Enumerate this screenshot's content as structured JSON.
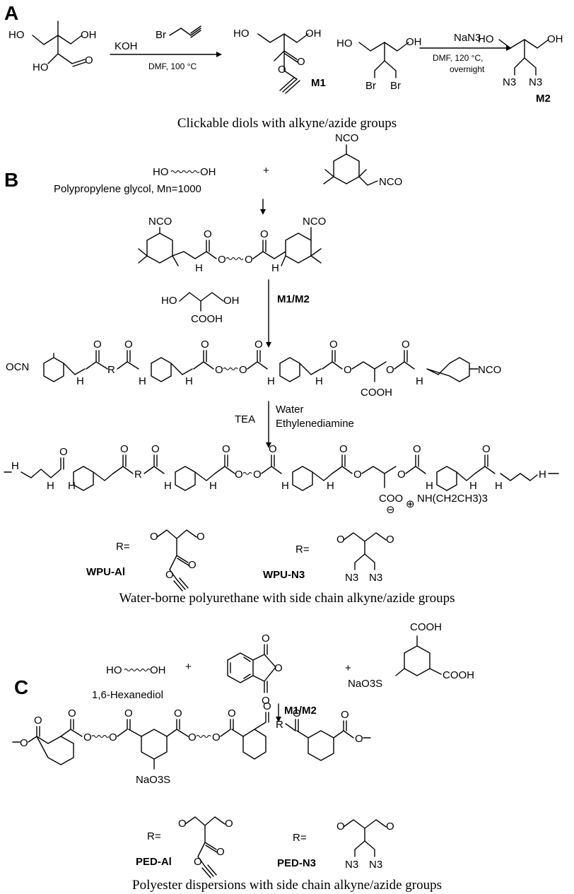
{
  "panels": {
    "a": "A",
    "b": "B",
    "c": "C"
  },
  "captions": {
    "a": "Clickable diols with alkyne/azide groups",
    "b": "Water-borne polyurethane with side chain alkyne/azide groups",
    "c": "Polyester dispersions with side chain alkyne/azide groups"
  },
  "labels": {
    "HO": "HO",
    "OH": "OH",
    "O": "O",
    "H": "H",
    "N3": "N3",
    "Br": "Br",
    "NCO": "NCO",
    "OCN": "OCN",
    "COOH": "COOH",
    "R": "R",
    "R_eq": "R=",
    "KOH": "KOH",
    "NaN3": "NaN3",
    "plus": "+",
    "dmf100": "DMF, 100 °C",
    "dmf120": "DMF, 120 °C,",
    "overnight": "overnight",
    "M1": "M1",
    "M2": "M2",
    "M1M2": "M1/M2",
    "ppg": "Polypropylene glycol, Mn=1000",
    "TEA": "TEA",
    "Water": "Water",
    "Ethylenediamine": "Ethylenediamine",
    "COO": "COO",
    "minus": "⊖",
    "plusc": "⊕",
    "NH": "NH(CH2CH3)3",
    "WPUAl": "WPU-Al",
    "WPUN3": "WPU-N3",
    "hexanediol": "1,6-Hexanediol",
    "NaO3S": "NaO3S",
    "PEDAl": "PED-Al",
    "PEDN3": "PED-N3"
  }
}
